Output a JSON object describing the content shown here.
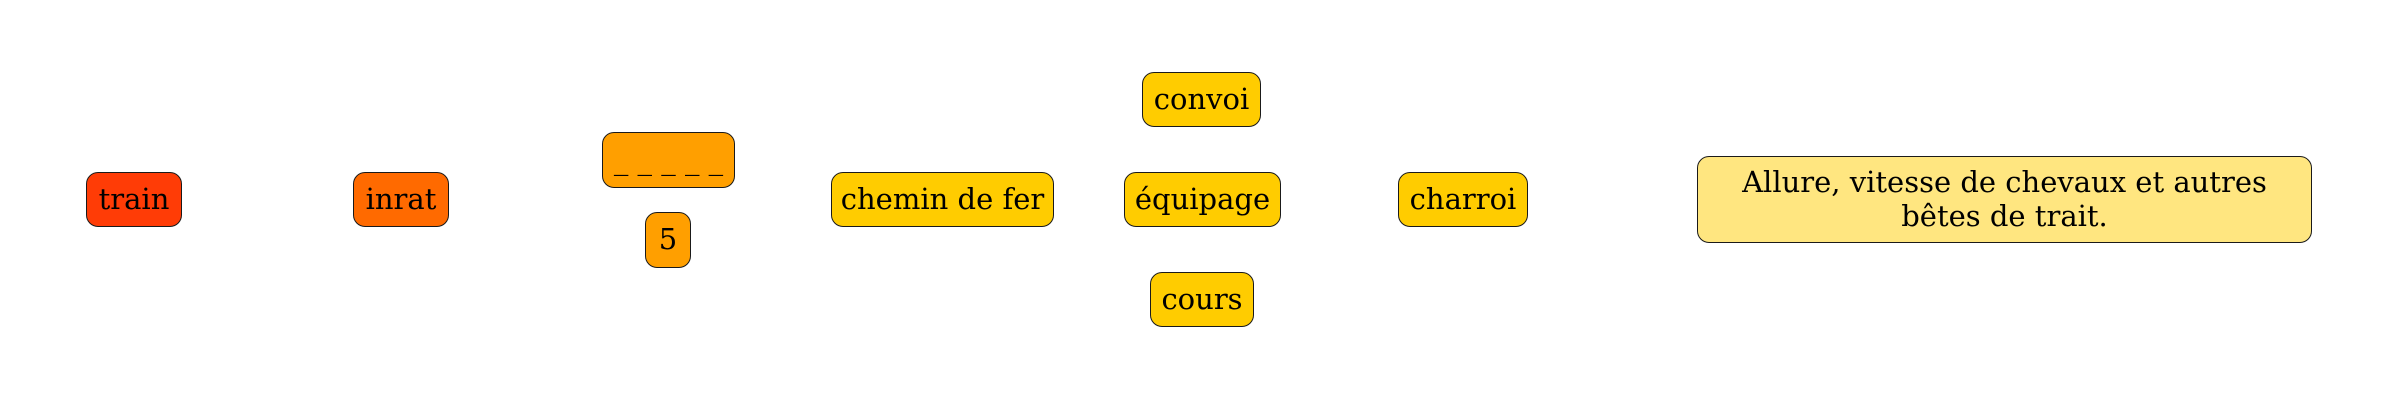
{
  "colors": {
    "red": "#ff3c06",
    "orange": "#ff6a00",
    "amber": "#ff9f00",
    "yellow": "#ffcc00",
    "pale": "#ffe680",
    "border": "#1a1a1a"
  },
  "nodes": {
    "train": "train",
    "inrat": "inrat",
    "blank": "_ _ _ _ _",
    "five": "5",
    "chemin_de_fer": "chemin de fer",
    "convoi": "convoi",
    "equipage": "équipage",
    "cours": "cours",
    "charroi": "charroi",
    "definition": "Allure, vitesse de chevaux et autres bêtes de trait."
  }
}
